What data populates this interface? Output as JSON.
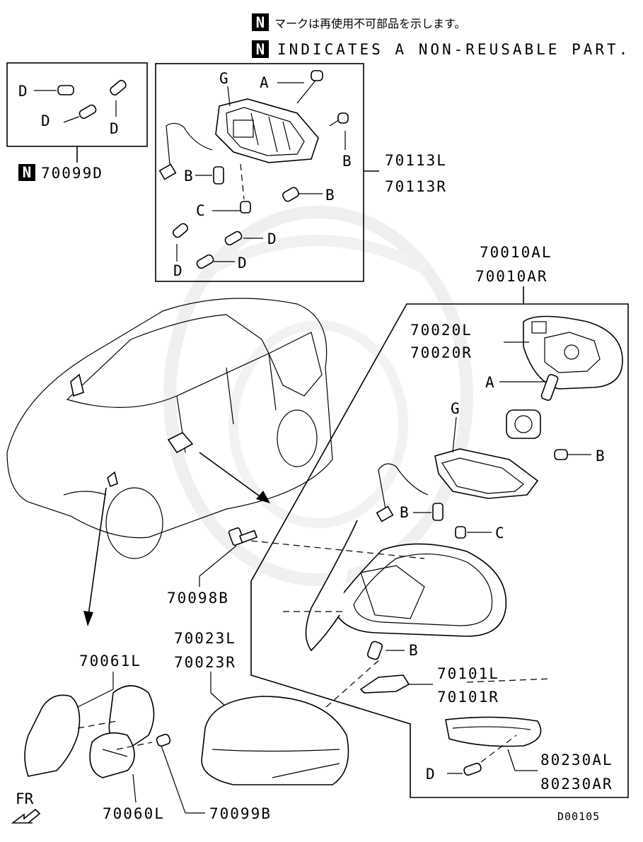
{
  "notice": {
    "badge": "N",
    "japanese": "マークは再使用不可部品を示します。",
    "english": "INDICATES A NON-REUSABLE PART."
  },
  "callouts": {
    "A": "A",
    "B": "B",
    "C": "C",
    "D": "D",
    "G": "G"
  },
  "parts": {
    "screws_kit": {
      "badge": "N",
      "number": "70099D"
    },
    "motor_l": "70113L",
    "motor_r": "70113R",
    "mirror_assy_l": "70010AL",
    "mirror_assy_r": "70010AR",
    "glass_l": "70020L",
    "glass_r": "70020R",
    "bolt": "70098B",
    "cover_l": "70023L",
    "cover_r": "70023R",
    "pad_l": "70101L",
    "pad_r": "70101R",
    "lamp_l": "80230AL",
    "lamp_r": "80230AR",
    "fender_mirror": "70061L",
    "fender_base": "70060L",
    "fender_screw": "70099B"
  },
  "direction": "FR",
  "diagram_code": "D00105"
}
